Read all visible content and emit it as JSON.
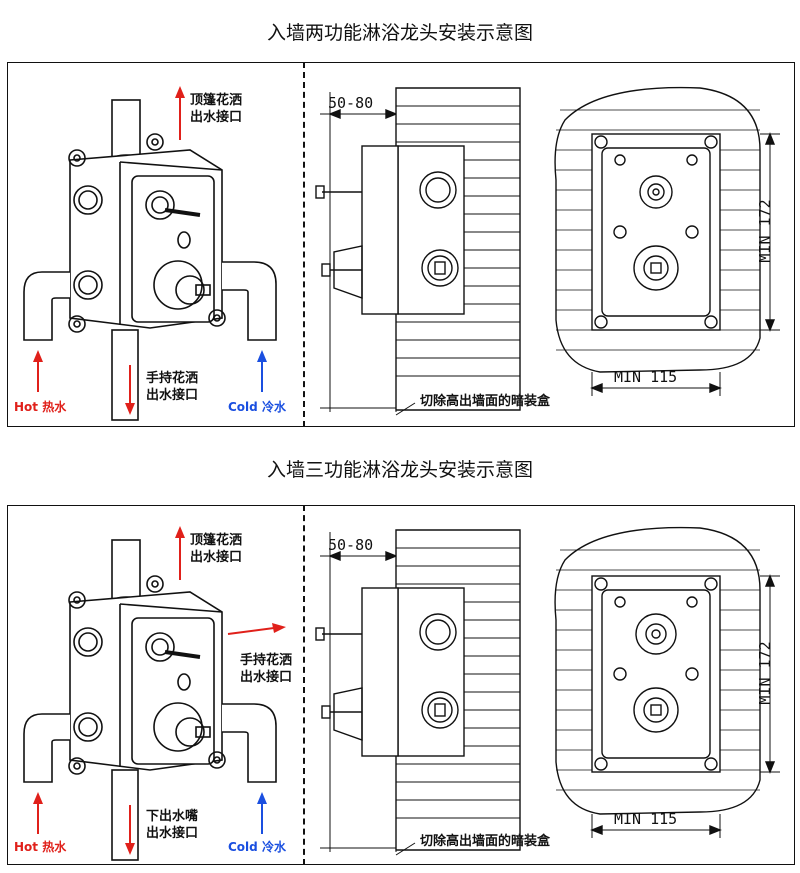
{
  "diagrams": [
    {
      "title": "入墙两功能淋浴龙头安装示意图",
      "outlet_top": [
        "顶篷花洒",
        "出水接口"
      ],
      "outlet_second": [
        "手持花洒",
        "出水接口"
      ],
      "hot_en": "Hot",
      "hot_cn": "热水",
      "cold_en": "Cold",
      "cold_cn": "冷水",
      "depth_range": "50-80",
      "cut_note": "切除高出墙面的暗装盒",
      "min_height": "MIN 172",
      "min_width": "MIN 115"
    },
    {
      "title": "入墙三功能淋浴龙头安装示意图",
      "outlet_top": [
        "顶篷花洒",
        "出水接口"
      ],
      "outlet_side": [
        "手持花洒",
        "出水接口"
      ],
      "outlet_bottom": [
        "下出水嘴",
        "出水接口"
      ],
      "hot_en": "Hot",
      "hot_cn": "热水",
      "cold_en": "Cold",
      "cold_cn": "冷水",
      "depth_range": "50-80",
      "cut_note": "切除高出墙面的暗装盒",
      "min_height": "MIN 172",
      "min_width": "MIN 115"
    }
  ],
  "colors": {
    "hot": "#e0201a",
    "cold": "#1a4fe0",
    "line": "#111111"
  }
}
